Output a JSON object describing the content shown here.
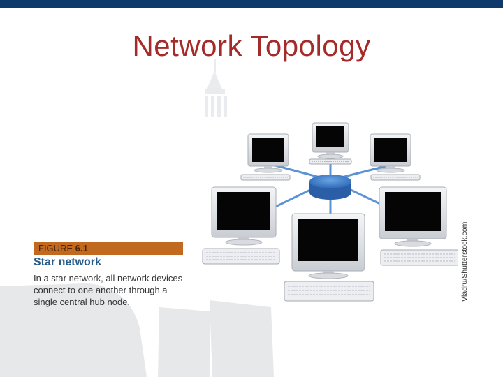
{
  "slide": {
    "title": "Network Topology",
    "colors": {
      "top_bar": "#0d3a6b",
      "title": "#a52a2a",
      "figure_band": "#c0691f",
      "figure_title": "#255a8a",
      "hub": "#3d7ccc"
    }
  },
  "figure": {
    "label_prefix": "FIGURE ",
    "label_number": "6.1",
    "title": "Star network",
    "description": "In a star network, all network devices connect to one another through a single central hub node.",
    "image_credit": "Vladru/Shutterstock.com"
  },
  "diagram": {
    "hub": "central-hub",
    "nodes": [
      "computer-top",
      "computer-upper-left",
      "computer-upper-right",
      "computer-left",
      "computer-right",
      "computer-bottom"
    ]
  }
}
